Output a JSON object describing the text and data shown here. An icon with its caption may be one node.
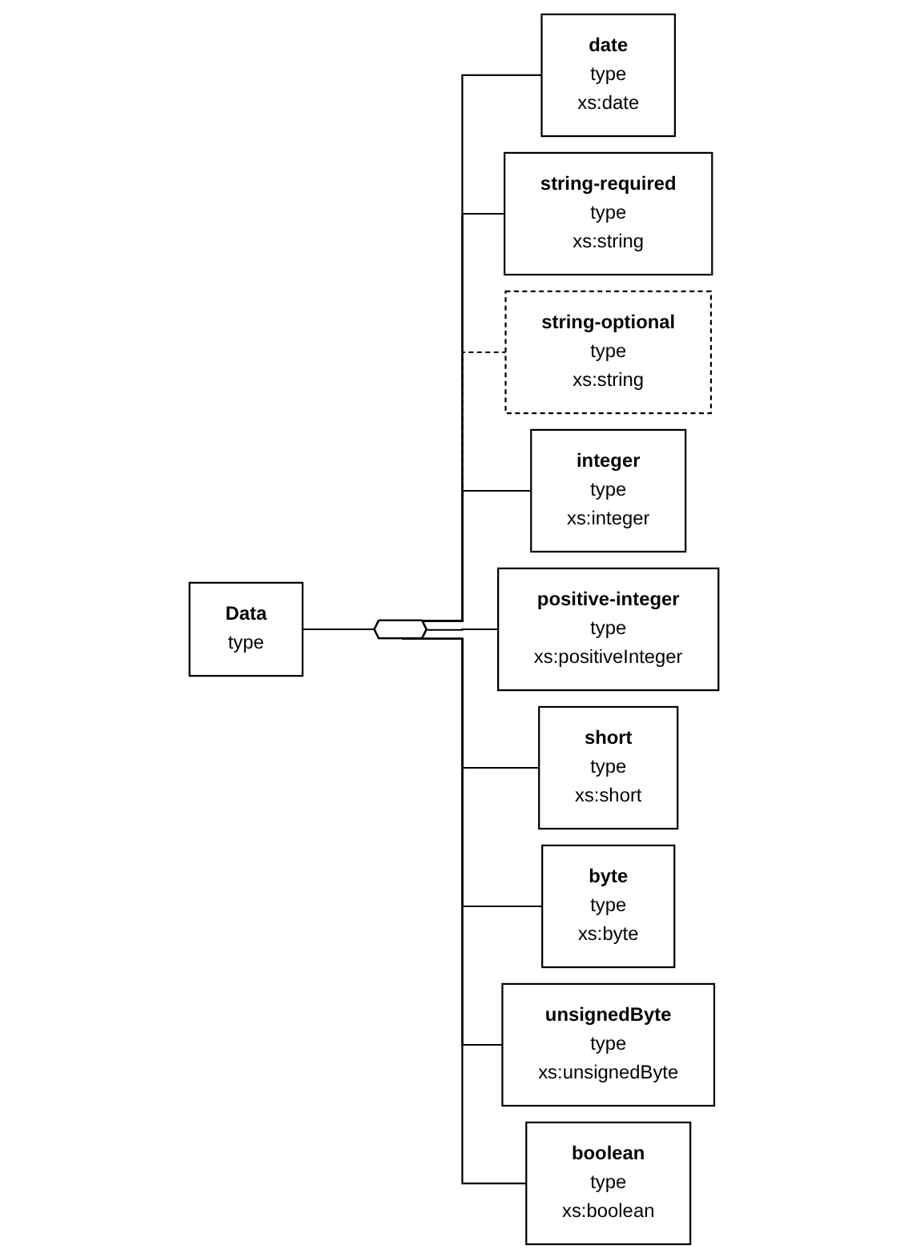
{
  "diagram": {
    "nodes": [
      {
        "text": [
          "Data",
          "type"
        ]
      },
      {
        "text": [],
        "shape": "hexagon"
      },
      {
        "text": [
          "date",
          "type",
          "xs:date"
        ]
      },
      {
        "text": [
          "string-required",
          "type",
          "xs:string"
        ]
      },
      {
        "text": [
          "string-optional",
          "type",
          "xs:string"
        ]
      },
      {
        "text": [
          "integer",
          "type",
          "xs:integer"
        ]
      },
      {
        "text": [
          "positive-integer",
          "type",
          "xs:positiveInteger"
        ]
      },
      {
        "text": [
          "short",
          "type",
          "xs:short"
        ]
      },
      {
        "text": [
          "byte",
          "type",
          "xs:byte"
        ]
      },
      {
        "text": [
          "unsignedByte",
          "type",
          "xs:unsignedByte"
        ]
      },
      {
        "text": [
          "boolean",
          "type",
          "xs:boolean"
        ]
      }
    ],
    "edges": [
      {
        "from": 0,
        "to": 1,
        "arrow": "none"
      },
      {
        "from": 1,
        "to": 2,
        "arrow": "none"
      },
      {
        "from": 1,
        "to": 3,
        "arrow": "none"
      },
      {
        "from": 1,
        "to": 4,
        "arrow": "none",
        "style": "dashed"
      },
      {
        "from": 1,
        "to": 5,
        "arrow": "none"
      },
      {
        "from": 1,
        "to": 6,
        "arrow": "none"
      },
      {
        "from": 1,
        "to": 7,
        "arrow": "none"
      },
      {
        "from": 1,
        "to": 8,
        "arrow": "none"
      },
      {
        "from": 1,
        "to": 9,
        "arrow": "none"
      },
      {
        "from": 1,
        "to": 10,
        "arrow": "none"
      }
    ]
  }
}
